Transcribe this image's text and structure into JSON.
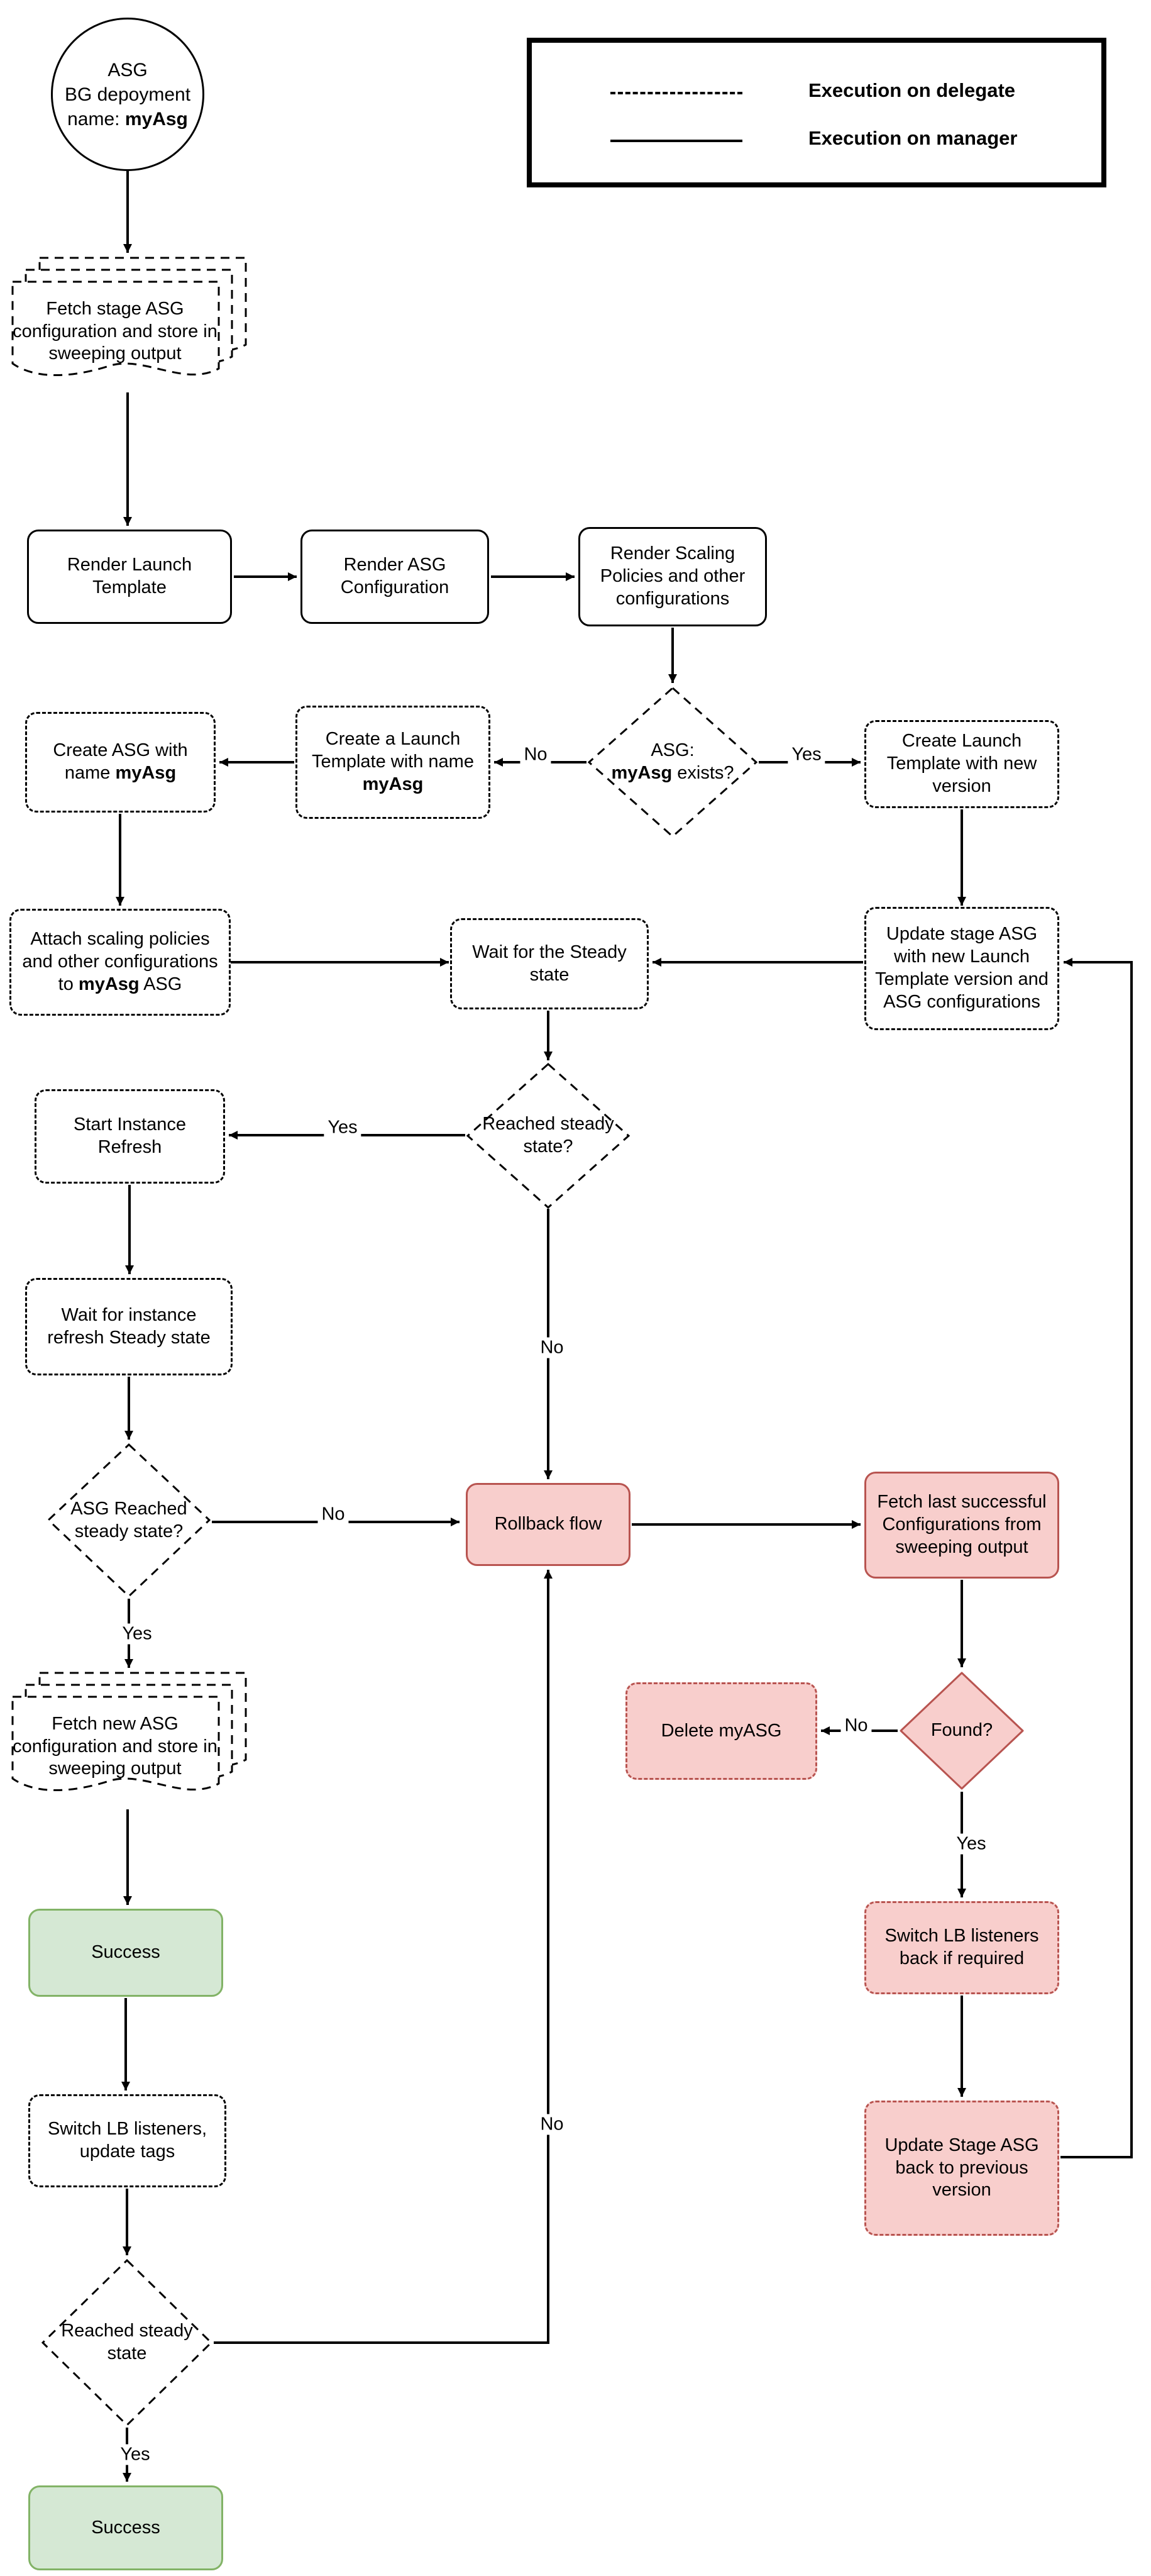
{
  "colors": {
    "pink_fill": "#f8cecc",
    "pink_border": "#b85450",
    "green_fill": "#d5e8d4",
    "green_border": "#82b366",
    "line": "#000000"
  },
  "legend": {
    "delegate_label": "Execution on delegate",
    "manager_label": "Execution on manager"
  },
  "start": {
    "line1": "ASG",
    "line2": "BG depoyment",
    "name_prefix": "name: ",
    "name_bold": "myAsg"
  },
  "nodes": {
    "fetch_stage": {
      "text": "Fetch stage ASG configuration and store in sweeping output"
    },
    "render_launch": {
      "text": "Render Launch Template"
    },
    "render_asg": {
      "text": "Render ASG Configuration"
    },
    "render_scaling": {
      "text": "Render Scaling Policies and other configurations"
    },
    "asg_exists": {
      "line1": "ASG:",
      "bold": "myAsg",
      "suffix": " exists?"
    },
    "create_launch_new": {
      "text": "Create Launch Template with new version"
    },
    "create_launch_named": {
      "prefix": "Create a Launch Template with name ",
      "bold": "myAsg"
    },
    "create_asg": {
      "prefix": "Create ASG with name ",
      "bold": "myAsg"
    },
    "attach": {
      "prefix": "Attach scaling policies and other configurations to ",
      "bold": "myAsg",
      "suffix": " ASG"
    },
    "wait_steady": {
      "text": "Wait for the Steady state"
    },
    "update_stage": {
      "text": "Update stage ASG with new Launch Template version and ASG configurations"
    },
    "reached_q": {
      "text": "Reached steady state?"
    },
    "start_refresh": {
      "text": "Start Instance Refresh"
    },
    "wait_refresh": {
      "text": "Wait for instance refresh Steady state"
    },
    "asg_reached_q": {
      "text": "ASG Reached steady state?"
    },
    "rollback": {
      "text": "Rollback flow"
    },
    "fetch_last": {
      "text": "Fetch last successful Configurations from sweeping output"
    },
    "found_q": {
      "text": "Found?"
    },
    "delete_myasg": {
      "text": "Delete myASG"
    },
    "switch_lb_back": {
      "text": "Switch LB listeners back if required"
    },
    "update_back": {
      "text": "Update Stage ASG back to previous version"
    },
    "fetch_new": {
      "text": "Fetch new ASG configuration and store in sweeping output"
    },
    "success_mid": {
      "text": "Success"
    },
    "switch_lb": {
      "text": "Switch LB listeners, update tags"
    },
    "reached_final": {
      "text": "Reached steady state"
    },
    "success_final": {
      "text": "Success"
    }
  },
  "edge_labels": {
    "asg_exists_no": "No",
    "asg_exists_yes": "Yes",
    "reached_yes": "Yes",
    "reached_no": "No",
    "asg_reached_no": "No",
    "asg_reached_yes": "Yes",
    "found_no": "No",
    "found_yes": "Yes",
    "final_no": "No",
    "final_yes": "Yes"
  }
}
